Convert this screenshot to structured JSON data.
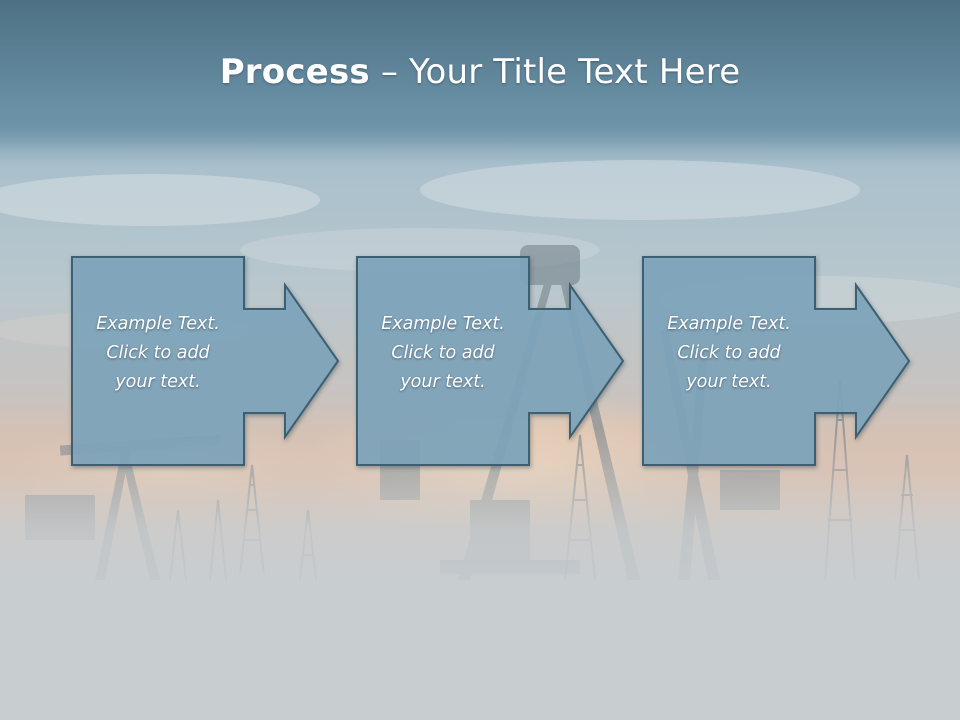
{
  "slide": {
    "title_bold": "Process",
    "title_rest": " – Your Title Text Here"
  },
  "steps": [
    {
      "text": "Example Text.\nClick  to add\nyour text."
    },
    {
      "text": "Example Text.\nClick  to add\nyour text."
    },
    {
      "text": "Example Text.\nClick  to add\nyour text."
    }
  ],
  "colors": {
    "title_band": "#5c8499",
    "arrow_fill": "#7fa6bd",
    "arrow_stroke": "#3e5f72",
    "ground": "#c8cdd0"
  },
  "background_image": "oil-pump-jacks-sunset"
}
